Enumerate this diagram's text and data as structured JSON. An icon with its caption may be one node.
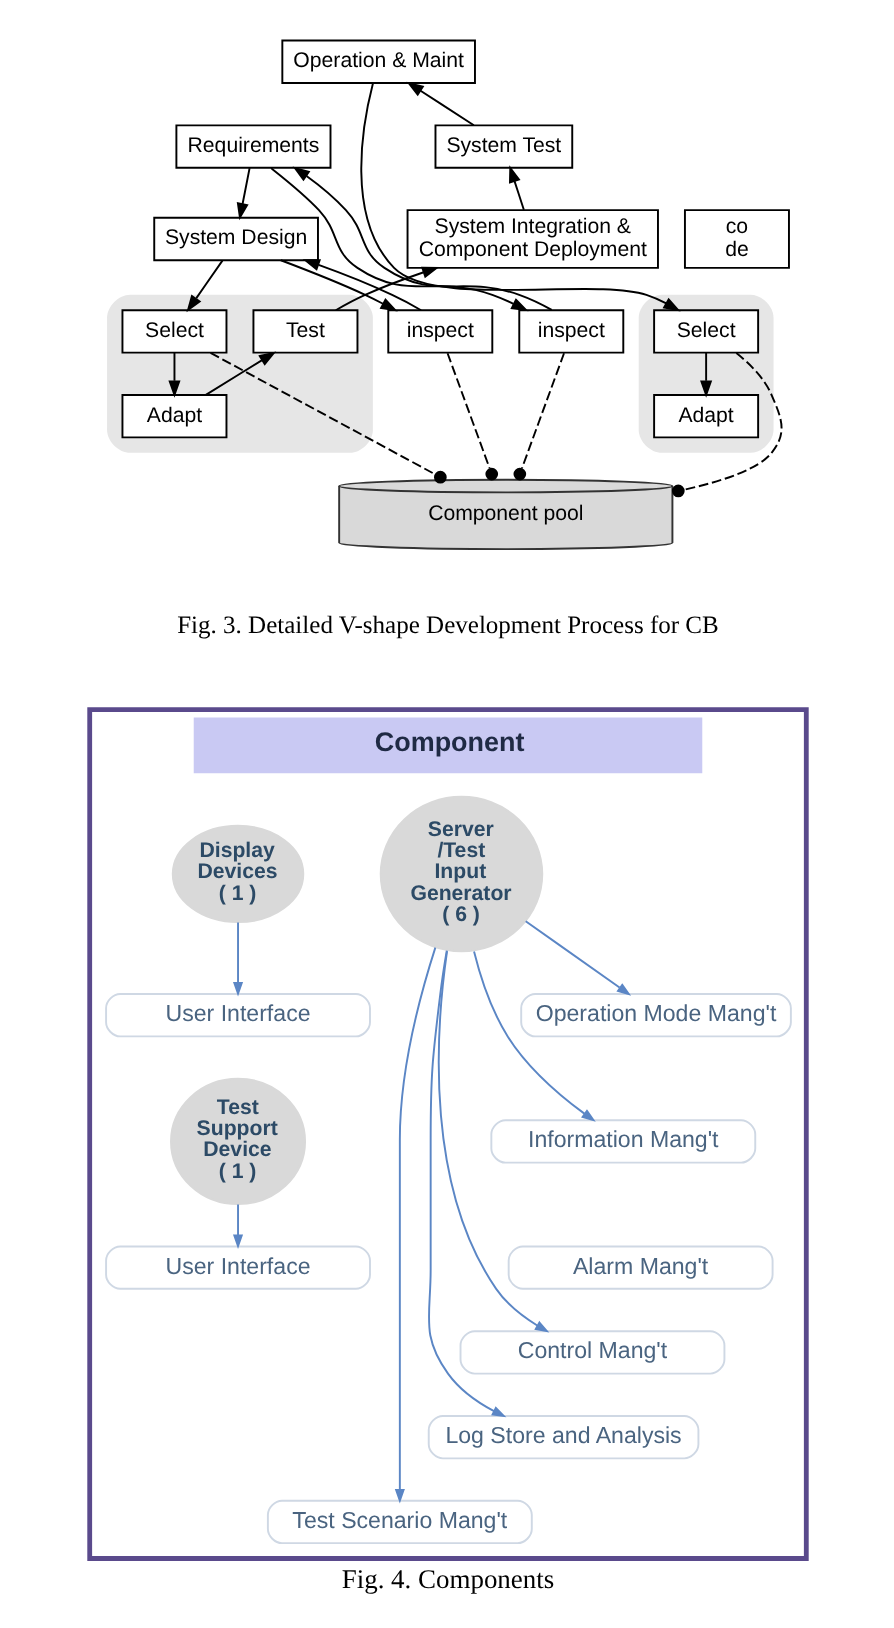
{
  "diagram": {
    "caption": "Fig. 4. Components",
    "nodes": [
      {
        "text": [
          "Requirements"
        ]
      },
      {
        "text": [
          "System Design"
        ]
      },
      {
        "text": [
          "inspect"
        ]
      },
      {
        "text": [
          "inspect"
        ]
      },
      {
        "text": [],
        "shape": "box"
      },
      {
        "text": [
          "Select"
        ],
        "in": 4
      },
      {
        "text": [
          "Adapt"
        ],
        "in": 4
      },
      {
        "text": [
          "Test"
        ],
        "in": 4
      },
      {
        "text": [
          "System Integration & Component Deployment"
        ]
      },
      {
        "text": [
          "System Test"
        ]
      },
      {
        "text": [
          "Operation & Maint"
        ]
      },
      {
        "text": [
          "co de"
        ]
      },
      {
        "text": [],
        "shape": "box"
      },
      {
        "text": [
          "Select"
        ],
        "in": 12
      },
      {
        "text": [
          "Adapt"
        ],
        "in": 12
      },
      {
        "text": [
          "Component pool"
        ]
      },
      {
        "text": [
          "Component"
        ]
      },
      {
        "text": [
          "Display Devices ( 1 )"
        ],
        "in": 16
      },
      {
        "text": [
          "User Interface"
        ],
        "in": 16
      },
      {
        "text": [
          "Test Support Device ( 1 )"
        ],
        "in": 16
      },
      {
        "text": [
          "User Interface"
        ],
        "in": 16
      },
      {
        "text": [
          "Server /Test Input Generator ( 6 )"
        ],
        "in": 16
      },
      {
        "text": [
          "Operation Mode Mang't"
        ],
        "in": 16
      },
      {
        "text": [
          "Information Mang't"
        ],
        "in": 16
      },
      {
        "text": [
          "Alarm Mang't"
        ],
        "in": 16
      },
      {
        "text": [
          "Control Mang't"
        ],
        "in": 16
      },
      {
        "text": [
          "Log Store and Analysis"
        ],
        "in": 16
      },
      {
        "text": [
          "Test Scenario Mang't"
        ],
        "in": 16
      }
    ],
    "edges": [
      {
        "from": 0,
        "to": 2,
        "arrow": "to"
      },
      {
        "from": 2,
        "to": 0,
        "arrow": "to"
      },
      {
        "from": 0,
        "to": 1,
        "arrow": "to"
      },
      {
        "from": 1,
        "to": 3,
        "arrow": "to"
      },
      {
        "from": 3,
        "to": 1,
        "arrow": "to"
      },
      {
        "from": 1,
        "to": 5,
        "arrow": "to"
      },
      {
        "from": 5,
        "to": 6,
        "arrow": "to"
      },
      {
        "from": 6,
        "to": 7,
        "arrow": "to"
      },
      {
        "from": 7,
        "to": 8,
        "arrow": "to"
      },
      {
        "from": 8,
        "to": 9,
        "arrow": "to"
      },
      {
        "from": 9,
        "to": 10,
        "arrow": "to"
      },
      {
        "from": 10,
        "to": 13,
        "arrow": "to"
      },
      {
        "from": 13,
        "to": 14,
        "arrow": "to"
      },
      {
        "from": 2,
        "to": 15,
        "arrow": "other",
        "style": "dashed"
      },
      {
        "from": 3,
        "to": 15,
        "arrow": "other",
        "style": "dashed"
      },
      {
        "from": 5,
        "to": 15,
        "arrow": "other",
        "style": "dashed"
      },
      {
        "from": 13,
        "to": 15,
        "arrow": "other",
        "style": "dashed"
      },
      {
        "from": 17,
        "to": 18,
        "arrow": "to",
        "color": "#5b86c5"
      },
      {
        "from": 19,
        "to": 20,
        "arrow": "to",
        "color": "#5b86c5"
      },
      {
        "from": 21,
        "to": 22,
        "arrow": "to",
        "color": "#5b86c5"
      },
      {
        "from": 21,
        "to": 23,
        "arrow": "to",
        "color": "#5b86c5"
      },
      {
        "from": 21,
        "to": 25,
        "arrow": "to",
        "color": "#5b86c5"
      },
      {
        "from": 21,
        "to": 26,
        "arrow": "to",
        "color": "#5b86c5"
      },
      {
        "from": 21,
        "to": 27,
        "arrow": "to",
        "color": "#5b86c5"
      }
    ],
    "labels": [
      "Fig. 3. Detailed V-shape Development Process for CB"
    ]
  }
}
